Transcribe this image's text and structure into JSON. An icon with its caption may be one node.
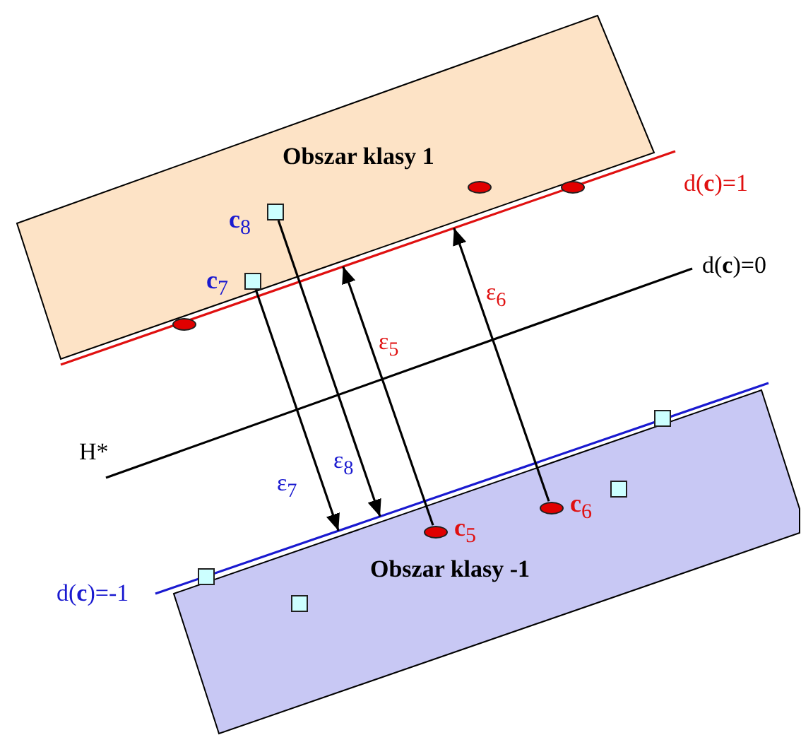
{
  "diagram": {
    "nodes": [
      {
        "text": [
          "Obszar klasy 1"
        ]
      },
      {
        "text": [],
        "shape": "circle",
        "in": 0
      },
      {
        "text": [],
        "shape": "circle"
      },
      {
        "text": [],
        "shape": "box",
        "in": 0,
        "beside": [
          "**c**$_{8}$"
        ]
      },
      {
        "text": [],
        "shape": "box",
        "in": 0,
        "beside": [
          "**c**$_{7}$"
        ]
      },
      {
        "text": [],
        "shape": "circle"
      },
      {
        "text": [
          "Obszar klasy -1"
        ]
      },
      {
        "text": [],
        "shape": "box"
      },
      {
        "text": [],
        "shape": "box",
        "in": 6
      },
      {
        "text": [],
        "shape": "circle",
        "in": 6,
        "beside": [
          "**c**$_{6}$"
        ]
      },
      {
        "text": [],
        "shape": "circle",
        "in": 6,
        "beside": [
          "**c**$_{5}$"
        ]
      },
      {
        "text": [],
        "shape": "box"
      },
      {
        "text": [],
        "shape": "box",
        "in": 6
      }
    ],
    "edges": [
      {
        "from": 3,
        "to": 6,
        "arrow": "to",
        "label": "ε$_{8}$"
      },
      {
        "from": 4,
        "to": 6,
        "arrow": "to",
        "label": "ε$_{7}$"
      },
      {
        "from": 10,
        "to": 0,
        "arrow": "to",
        "label": "ε$_{5}$"
      },
      {
        "from": 9,
        "to": 0,
        "arrow": "to",
        "label": "ε$_{6}$"
      }
    ],
    "labels": [
      "d(**c**)=1",
      "d(**c**)=0",
      "H*",
      "d(**c**)=-1"
    ]
  }
}
